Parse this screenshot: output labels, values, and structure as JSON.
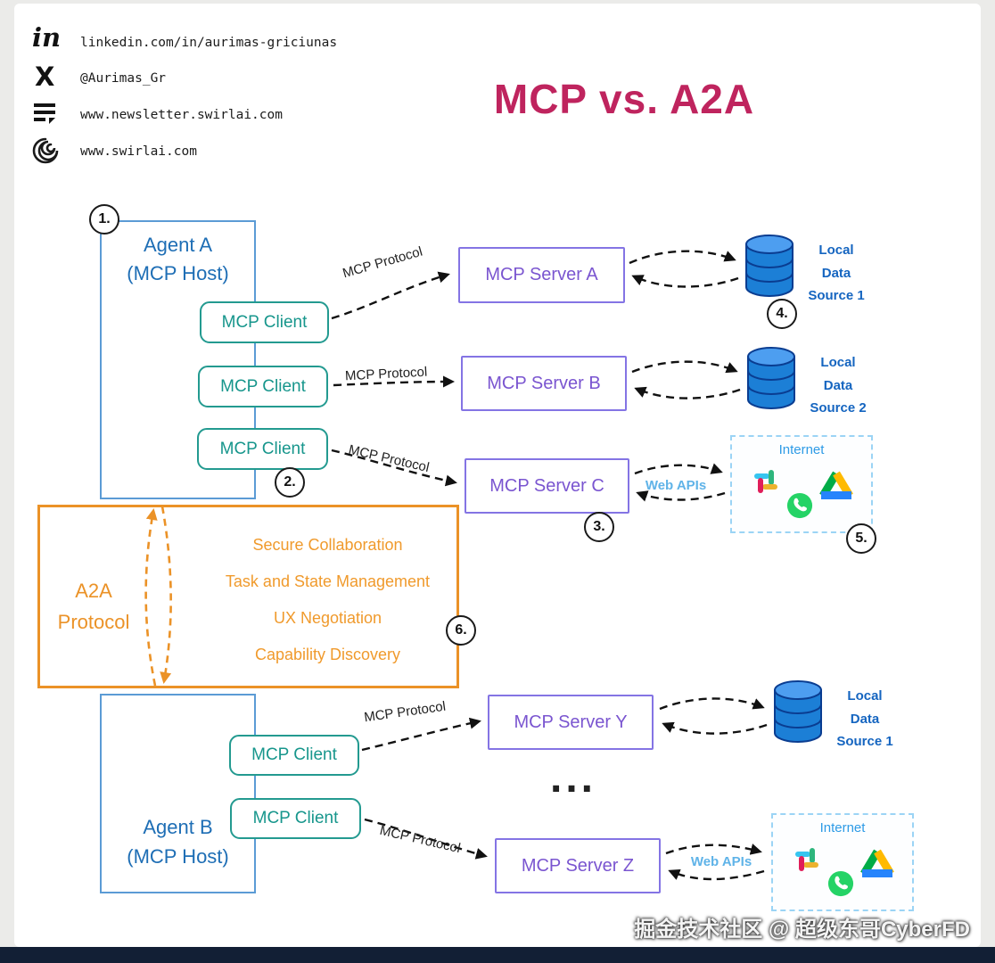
{
  "header": {
    "title": "MCP vs. A2A",
    "links": [
      {
        "icon": "linkedin-icon",
        "text": "linkedin.com/in/aurimas-griciunas"
      },
      {
        "icon": "x-icon",
        "text": "@Aurimas_Gr"
      },
      {
        "icon": "newsletter-icon",
        "text": "www.newsletter.swirlai.com"
      },
      {
        "icon": "swirl-icon",
        "text": "www.swirlai.com"
      }
    ]
  },
  "diagram": {
    "badges": [
      "1.",
      "2.",
      "3.",
      "4.",
      "5.",
      "6."
    ],
    "agent_a": {
      "title": "Agent A",
      "subtitle": "(MCP Host)",
      "clients": [
        "MCP Client",
        "MCP Client",
        "MCP Client"
      ]
    },
    "agent_b": {
      "title": "Agent B",
      "subtitle": "(MCP Host)",
      "clients": [
        "MCP Client",
        "MCP Client"
      ]
    },
    "servers": [
      "MCP Server A",
      "MCP Server B",
      "MCP Server C",
      "MCP Server Y",
      "MCP Server Z"
    ],
    "protocol_label": "MCP Protocol",
    "web_apis_label": "Web APIs",
    "internet_label": "Internet",
    "data_sources": [
      "Local Data Source 1",
      "Local Data Source 2",
      "Local Data Source 1"
    ],
    "a2a": {
      "title": "A2A Protocol",
      "features": [
        "Secure Collaboration",
        "Task and State Management",
        "UX Negotiation",
        "Capability Discovery"
      ]
    },
    "ellipsis": "..."
  },
  "watermark": {
    "text": "掘金技术社区 @ 超级东哥CyberFD"
  },
  "colors": {
    "title_pink": "#bf245e",
    "agent_blue": "#1e6eb5",
    "client_teal": "#17968c",
    "server_purple": "#7a55d0",
    "a2a_orange": "#eb9227",
    "data_source_blue": "#1565c0",
    "internet_blue": "#2e9be6",
    "web_apis_blue": "#5fb3e8",
    "database_blue": "#1976d2",
    "arrow_black": "#111111"
  }
}
